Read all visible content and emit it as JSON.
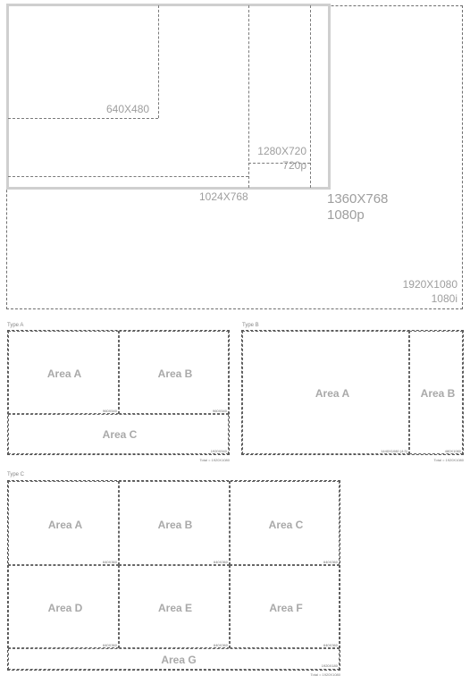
{
  "resolutions": {
    "r640": "640X480",
    "r1280": "1280X720",
    "r720p": "720p",
    "r1024": "1024X768",
    "r1360": "1360X768",
    "r1080p": "1080p",
    "r1920": "1920X1080",
    "r1080i": "1080i"
  },
  "type_a": {
    "title": "Type A",
    "areas": [
      "Area A",
      "Area B",
      "Area C"
    ],
    "res": [
      "960X540",
      "960X540",
      "1920X540"
    ],
    "footer": "Total = 1920X1080"
  },
  "type_b": {
    "title": "Type B",
    "areas": [
      "Area A",
      "Area B"
    ],
    "res": [
      "1440X1080 (4:3)",
      "480X1080"
    ],
    "footer": "Total = 1920X1080"
  },
  "type_c": {
    "title": "Type C",
    "areas": [
      "Area A",
      "Area B",
      "Area C",
      "Area D",
      "Area E",
      "Area F",
      "Area G"
    ],
    "res": [
      "640X360",
      "640X360",
      "640X360",
      "640X360",
      "640X360",
      "640X360",
      "1920X180"
    ],
    "footer": "Total = 1920X1080"
  }
}
